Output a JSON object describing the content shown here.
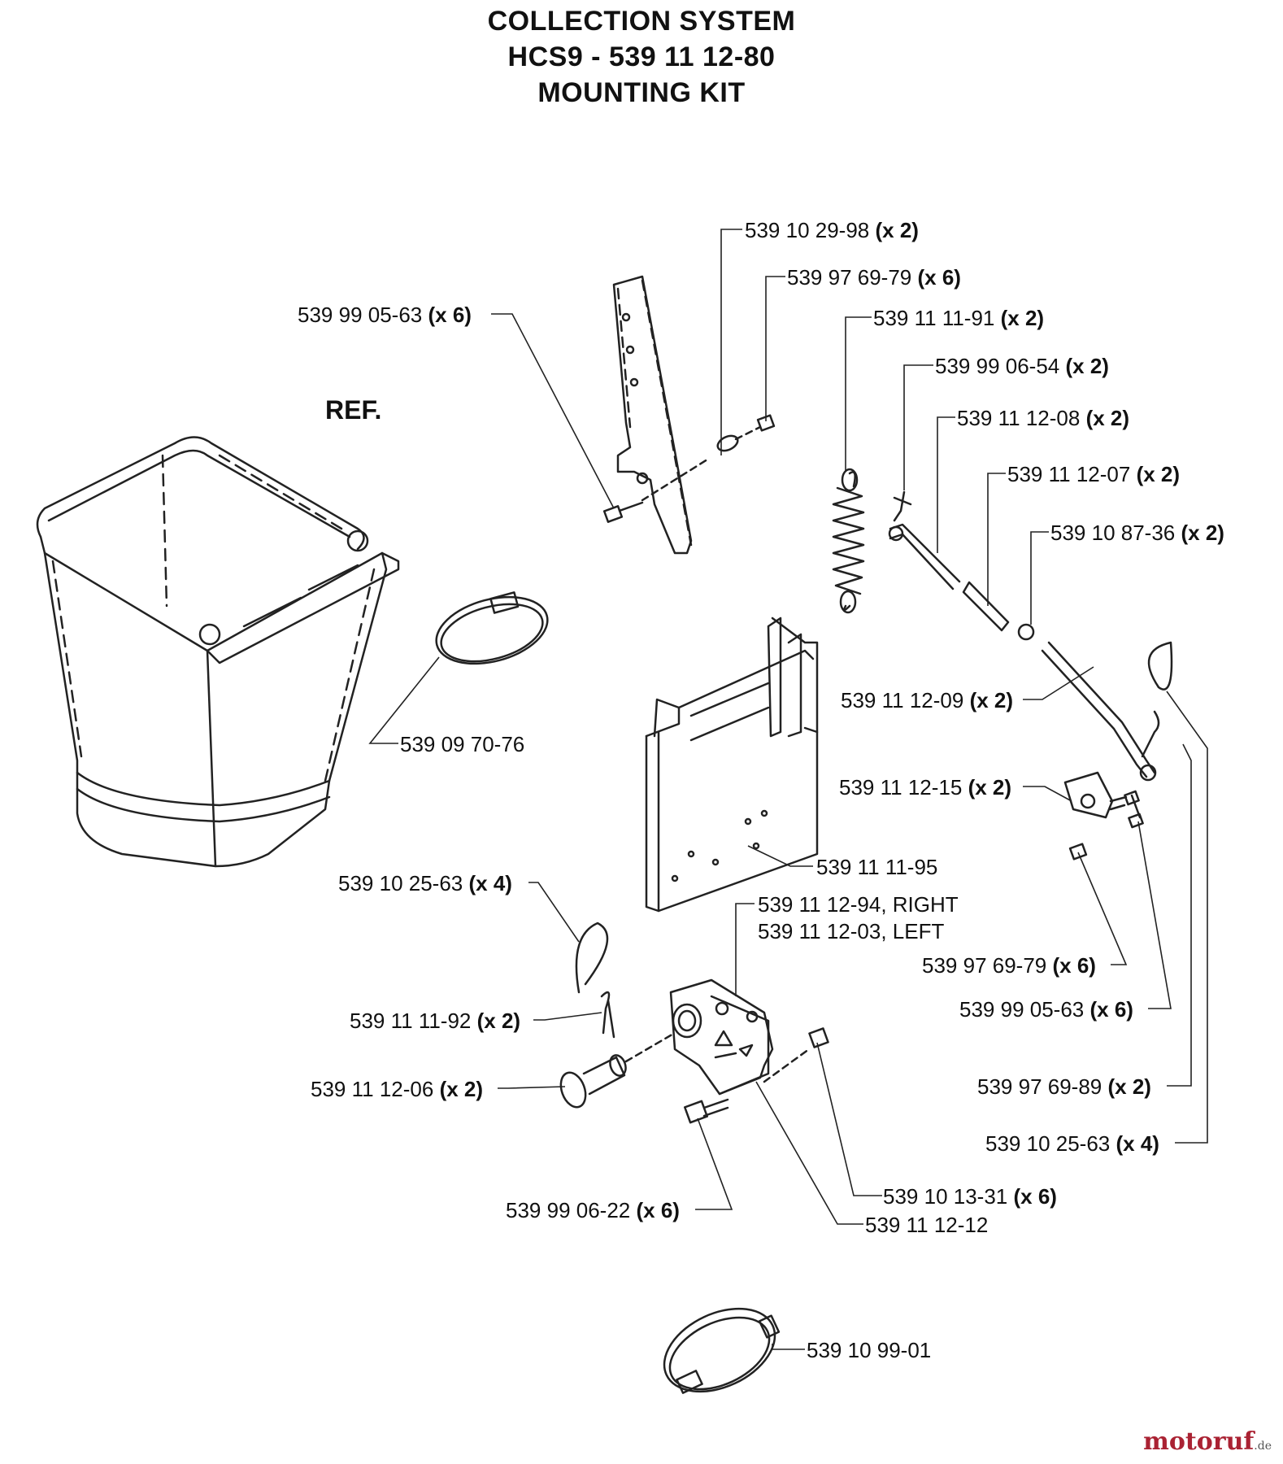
{
  "title": {
    "line1": "COLLECTION SYSTEM",
    "line2": "HCS9 - 539 11 12-80",
    "line3": "MOUNTING KIT"
  },
  "ref_label": "REF.",
  "labels": [
    {
      "id": "l1",
      "part": "539 10 29-98",
      "qty": "(x 2)"
    },
    {
      "id": "l2",
      "part": "539 97 69-79",
      "qty": "(x 6)"
    },
    {
      "id": "l3",
      "part": "539 99 05-63",
      "qty": "(x 6)"
    },
    {
      "id": "l4",
      "part": "539 11 11-91",
      "qty": "(x 2)"
    },
    {
      "id": "l5",
      "part": "539 99 06-54",
      "qty": "(x 2)"
    },
    {
      "id": "l6",
      "part": "539 11 12-08",
      "qty": "(x 2)"
    },
    {
      "id": "l7",
      "part": "539 11 12-07",
      "qty": "(x 2)"
    },
    {
      "id": "l8",
      "part": "539 10 87-36",
      "qty": "(x 2)"
    },
    {
      "id": "l9",
      "part": "539 11 12-09",
      "qty": "(x 2)"
    },
    {
      "id": "l10",
      "part": "539 09 70-76",
      "qty": ""
    },
    {
      "id": "l11",
      "part": "539 11 12-15",
      "qty": "(x 2)"
    },
    {
      "id": "l12",
      "part": "539 11 11-95",
      "qty": ""
    },
    {
      "id": "l13",
      "part": "539 10 25-63",
      "qty": "(x 4)"
    },
    {
      "id": "l14",
      "part": "539 11 12-94, RIGHT",
      "qty": ""
    },
    {
      "id": "l15",
      "part": "539 11 12-03, LEFT",
      "qty": ""
    },
    {
      "id": "l16",
      "part": "539 97 69-79",
      "qty": "(x 6)"
    },
    {
      "id": "l17",
      "part": "539 11 11-92",
      "qty": "(x 2)"
    },
    {
      "id": "l18",
      "part": "539 99 05-63",
      "qty": "(x 6)"
    },
    {
      "id": "l19",
      "part": "539 11 12-06",
      "qty": "(x 2)"
    },
    {
      "id": "l20",
      "part": "539 97 69-89",
      "qty": "(x 2)"
    },
    {
      "id": "l21",
      "part": "539 10 25-63",
      "qty": "(x 4)"
    },
    {
      "id": "l22",
      "part": "539 10 13-31",
      "qty": "(x 6)"
    },
    {
      "id": "l23",
      "part": "539 99 06-22",
      "qty": "(x 6)"
    },
    {
      "id": "l24",
      "part": "539 11 12-12",
      "qty": ""
    },
    {
      "id": "l25",
      "part": "539 10 99-01",
      "qty": ""
    }
  ],
  "watermark": {
    "brand": "motoruf",
    "tld": ".de"
  }
}
